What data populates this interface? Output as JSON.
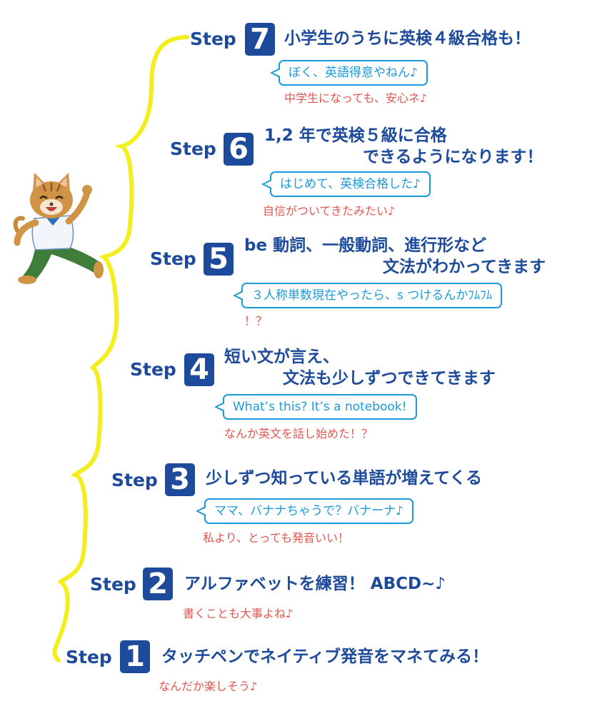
{
  "step_word": "Step",
  "colors": {
    "curve": "#f5ee1e",
    "step_blue": "#1d4a9b",
    "bubble_blue": "#1a9ad9",
    "comment_red": "#e2564f"
  },
  "mascot": {
    "icon": "cat-mascot-icon"
  },
  "steps": [
    {
      "number": "7",
      "title": "小学生のうちに英検４級合格も！",
      "title2": "",
      "bubble": "ぼく、英語得意やねん♪",
      "comment": "中学生になっても、安心ネ♪"
    },
    {
      "number": "6",
      "title": "1,2 年で英検５級に合格",
      "title2": "できるようになります！",
      "bubble": "はじめて、英検合格した♪",
      "comment": "自信がついてきたみたい♪"
    },
    {
      "number": "5",
      "title": "be 動詞、一般動詞、進行形など",
      "title2": "文法がわかってきます",
      "bubble": "３人称単数現在やったら、s つけるんかﾌﾑﾌﾑ",
      "comment": "！？"
    },
    {
      "number": "4",
      "title": "短い文が言え、",
      "title2": "文法も少しずつできてきます",
      "bubble": "What’s this?  It’s a notebook!",
      "comment": "なんか英文を話し始めた！？"
    },
    {
      "number": "3",
      "title": "少しずつ知っている単語が増えてくる",
      "title2": "",
      "bubble": "ママ、バナナちゃうで？バナーナ♪",
      "comment": "私より、とっても発音いい！"
    },
    {
      "number": "2",
      "title": "アルファベットを練習！ ABCD~♪",
      "title2": "",
      "bubble": "",
      "comment": "書くことも大事よね♪"
    },
    {
      "number": "1",
      "title": "タッチペンでネイティブ発音をマネてみる！",
      "title2": "",
      "bubble": "",
      "comment": "なんだか楽しそう♪"
    }
  ]
}
